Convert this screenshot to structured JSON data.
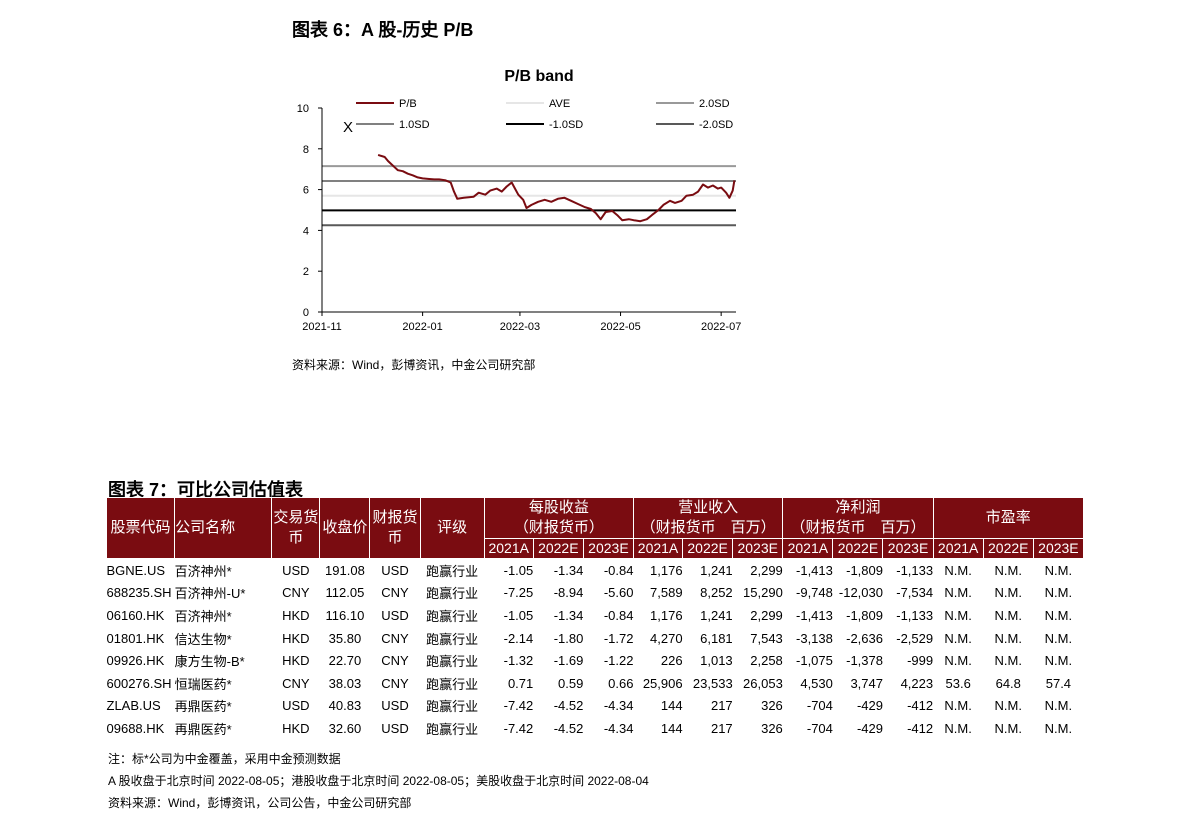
{
  "fig6": {
    "title": "图表 6：A 股-历史 P/B",
    "source": "资料来源：Wind，彭博资讯，中金公司研究部"
  },
  "chart_data": {
    "type": "line",
    "title": "P/B band",
    "xlabel": "",
    "ylabel": "",
    "ylim": [
      0,
      10
    ],
    "xlim": [
      "2021-11-01",
      "2022-07-10"
    ],
    "y_ticks": [
      "0",
      "2",
      "4",
      "6",
      "8",
      "10"
    ],
    "x_ticks": [
      {
        "date": "2021-11-01",
        "label": "2021-11"
      },
      {
        "date": "2022-01-01",
        "label": "2022-01"
      },
      {
        "date": "2022-03-01",
        "label": "2022-03"
      },
      {
        "date": "2022-05-01",
        "label": "2022-05"
      },
      {
        "date": "2022-07-01",
        "label": "2022-07"
      }
    ],
    "legend_marker": "X",
    "legend_position": "top",
    "grid": false,
    "bands": [
      {
        "name": "AVE",
        "value": 5.7,
        "color": "#e6e6e6"
      },
      {
        "name": "2.0SD",
        "value": 7.15,
        "color": "#999999"
      },
      {
        "name": "1.0SD",
        "value": 6.42,
        "color": "#808080"
      },
      {
        "name": "-1.0SD",
        "value": 4.98,
        "color": "#000000"
      },
      {
        "name": "-2.0SD",
        "value": 4.25,
        "color": "#595959"
      }
    ],
    "series": [
      {
        "name": "P/B",
        "color": "#7a0c11",
        "points": [
          [
            "2021-12-05",
            7.7
          ],
          [
            "2021-12-09",
            7.6
          ],
          [
            "2021-12-11",
            7.4
          ],
          [
            "2021-12-13",
            7.25
          ],
          [
            "2021-12-15",
            7.1
          ],
          [
            "2021-12-17",
            6.95
          ],
          [
            "2021-12-20",
            6.9
          ],
          [
            "2021-12-23",
            6.78
          ],
          [
            "2021-12-26",
            6.7
          ],
          [
            "2021-12-29",
            6.6
          ],
          [
            "2022-01-01",
            6.55
          ],
          [
            "2022-01-05",
            6.52
          ],
          [
            "2022-01-08",
            6.5
          ],
          [
            "2022-01-11",
            6.5
          ],
          [
            "2022-01-15",
            6.45
          ],
          [
            "2022-01-18",
            6.35
          ],
          [
            "2022-01-20",
            5.9
          ],
          [
            "2022-01-22",
            5.55
          ],
          [
            "2022-01-26",
            5.6
          ],
          [
            "2022-02-01",
            5.65
          ],
          [
            "2022-02-04",
            5.85
          ],
          [
            "2022-02-08",
            5.75
          ],
          [
            "2022-02-11",
            5.95
          ],
          [
            "2022-02-15",
            6.05
          ],
          [
            "2022-02-18",
            5.9
          ],
          [
            "2022-02-21",
            6.15
          ],
          [
            "2022-02-24",
            6.35
          ],
          [
            "2022-02-26",
            6.05
          ],
          [
            "2022-02-28",
            5.75
          ],
          [
            "2022-03-03",
            5.5
          ],
          [
            "2022-03-05",
            5.1
          ],
          [
            "2022-03-08",
            5.25
          ],
          [
            "2022-03-12",
            5.4
          ],
          [
            "2022-03-16",
            5.5
          ],
          [
            "2022-03-20",
            5.4
          ],
          [
            "2022-03-24",
            5.55
          ],
          [
            "2022-03-28",
            5.6
          ],
          [
            "2022-04-01",
            5.45
          ],
          [
            "2022-04-05",
            5.3
          ],
          [
            "2022-04-09",
            5.15
          ],
          [
            "2022-04-13",
            5.05
          ],
          [
            "2022-04-16",
            4.85
          ],
          [
            "2022-04-19",
            4.55
          ],
          [
            "2022-04-22",
            4.9
          ],
          [
            "2022-04-26",
            4.95
          ],
          [
            "2022-04-29",
            4.75
          ],
          [
            "2022-05-02",
            4.5
          ],
          [
            "2022-05-06",
            4.55
          ],
          [
            "2022-05-09",
            4.5
          ],
          [
            "2022-05-13",
            4.45
          ],
          [
            "2022-05-17",
            4.55
          ],
          [
            "2022-05-20",
            4.75
          ],
          [
            "2022-05-24",
            5.0
          ],
          [
            "2022-05-27",
            5.25
          ],
          [
            "2022-05-31",
            5.45
          ],
          [
            "2022-06-03",
            5.35
          ],
          [
            "2022-06-07",
            5.45
          ],
          [
            "2022-06-10",
            5.7
          ],
          [
            "2022-06-14",
            5.75
          ],
          [
            "2022-06-17",
            5.9
          ],
          [
            "2022-06-20",
            6.25
          ],
          [
            "2022-06-23",
            6.1
          ],
          [
            "2022-06-26",
            6.2
          ],
          [
            "2022-06-29",
            6.05
          ],
          [
            "2022-07-01",
            6.1
          ],
          [
            "2022-07-04",
            5.85
          ],
          [
            "2022-07-06",
            5.6
          ],
          [
            "2022-07-08",
            5.95
          ],
          [
            "2022-07-09",
            6.45
          ]
        ]
      }
    ]
  },
  "fig7": {
    "title": "图表 7：可比公司估值表",
    "header": {
      "code": "股票代码",
      "name": "公司名称",
      "trade_ccy": "交易货币",
      "price": "收盘价",
      "report_ccy": "财报货币",
      "rating": "评级",
      "eps": "每股收益\n（财报货币）",
      "revenue": "营业收入\n（财报货币　百万）",
      "net_profit": "净利润\n（财报货币　百万）",
      "pe": "市盈率",
      "years": [
        "2021A",
        "2022E",
        "2023E"
      ]
    },
    "rows": [
      {
        "code": "BGNE.US",
        "name": "百济神州*",
        "tccy": "USD",
        "price": "191.08",
        "rccy": "USD",
        "rating": "跑赢行业",
        "eps": [
          "-1.05",
          "-1.34",
          "-0.84"
        ],
        "rev": [
          "1,176",
          "1,241",
          "2,299"
        ],
        "np": [
          "-1,413",
          "-1,809",
          "-1,133"
        ],
        "pe": [
          "N.M.",
          "N.M.",
          "N.M."
        ]
      },
      {
        "code": "688235.SH",
        "name": "百济神州-U*",
        "tccy": "CNY",
        "price": "112.05",
        "rccy": "CNY",
        "rating": "跑赢行业",
        "eps": [
          "-7.25",
          "-8.94",
          "-5.60"
        ],
        "rev": [
          "7,589",
          "8,252",
          "15,290"
        ],
        "np": [
          "-9,748",
          "-12,030",
          "-7,534"
        ],
        "pe": [
          "N.M.",
          "N.M.",
          "N.M."
        ]
      },
      {
        "code": "06160.HK",
        "name": "百济神州*",
        "tccy": "HKD",
        "price": "116.10",
        "rccy": "USD",
        "rating": "跑赢行业",
        "eps": [
          "-1.05",
          "-1.34",
          "-0.84"
        ],
        "rev": [
          "1,176",
          "1,241",
          "2,299"
        ],
        "np": [
          "-1,413",
          "-1,809",
          "-1,133"
        ],
        "pe": [
          "N.M.",
          "N.M.",
          "N.M."
        ]
      },
      {
        "code": "01801.HK",
        "name": "信达生物*",
        "tccy": "HKD",
        "price": "35.80",
        "rccy": "CNY",
        "rating": "跑赢行业",
        "eps": [
          "-2.14",
          "-1.80",
          "-1.72"
        ],
        "rev": [
          "4,270",
          "6,181",
          "7,543"
        ],
        "np": [
          "-3,138",
          "-2,636",
          "-2,529"
        ],
        "pe": [
          "N.M.",
          "N.M.",
          "N.M."
        ]
      },
      {
        "code": "09926.HK",
        "name": "康方生物-B*",
        "tccy": "HKD",
        "price": "22.70",
        "rccy": "CNY",
        "rating": "跑赢行业",
        "eps": [
          "-1.32",
          "-1.69",
          "-1.22"
        ],
        "rev": [
          "226",
          "1,013",
          "2,258"
        ],
        "np": [
          "-1,075",
          "-1,378",
          "-999"
        ],
        "pe": [
          "N.M.",
          "N.M.",
          "N.M."
        ]
      },
      {
        "code": "600276.SH",
        "name": "恒瑞医药*",
        "tccy": "CNY",
        "price": "38.03",
        "rccy": "CNY",
        "rating": "跑赢行业",
        "eps": [
          "0.71",
          "0.59",
          "0.66"
        ],
        "rev": [
          "25,906",
          "23,533",
          "26,053"
        ],
        "np": [
          "4,530",
          "3,747",
          "4,223"
        ],
        "pe": [
          "53.6",
          "64.8",
          "57.4"
        ]
      },
      {
        "code": "ZLAB.US",
        "name": "再鼎医药*",
        "tccy": "USD",
        "price": "40.83",
        "rccy": "USD",
        "rating": "跑赢行业",
        "eps": [
          "-7.42",
          "-4.52",
          "-4.34"
        ],
        "rev": [
          "144",
          "217",
          "326"
        ],
        "np": [
          "-704",
          "-429",
          "-412"
        ],
        "pe": [
          "N.M.",
          "N.M.",
          "N.M."
        ]
      },
      {
        "code": "09688.HK",
        "name": "再鼎医药*",
        "tccy": "HKD",
        "price": "32.60",
        "rccy": "USD",
        "rating": "跑赢行业",
        "eps": [
          "-7.42",
          "-4.52",
          "-4.34"
        ],
        "rev": [
          "144",
          "217",
          "326"
        ],
        "np": [
          "-704",
          "-429",
          "-412"
        ],
        "pe": [
          "N.M.",
          "N.M.",
          "N.M."
        ]
      }
    ],
    "notes": [
      "注：标*公司为中金覆盖，采用中金预测数据",
      "A 股收盘于北京时间 2022-08-05；港股收盘于北京时间 2022-08-05；美股收盘于北京时间 2022-08-04",
      "资料来源：Wind，彭博资讯，公司公告，中金公司研究部"
    ]
  }
}
